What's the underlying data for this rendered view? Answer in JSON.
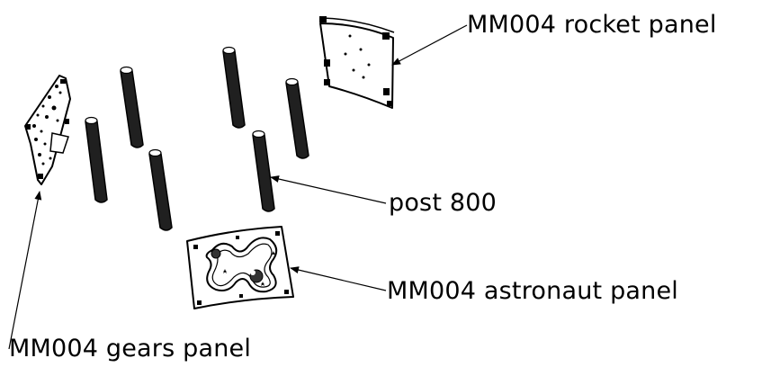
{
  "labels": {
    "rocket_panel": "MM004 rocket panel",
    "post": "post 800",
    "astronaut_panel": "MM004 astronaut panel",
    "gears_panel": "MM004 gears panel"
  },
  "colors": {
    "line": "#000000",
    "post_fill": "#202020",
    "panel_fill": "#ffffff",
    "background": "#ffffff"
  }
}
